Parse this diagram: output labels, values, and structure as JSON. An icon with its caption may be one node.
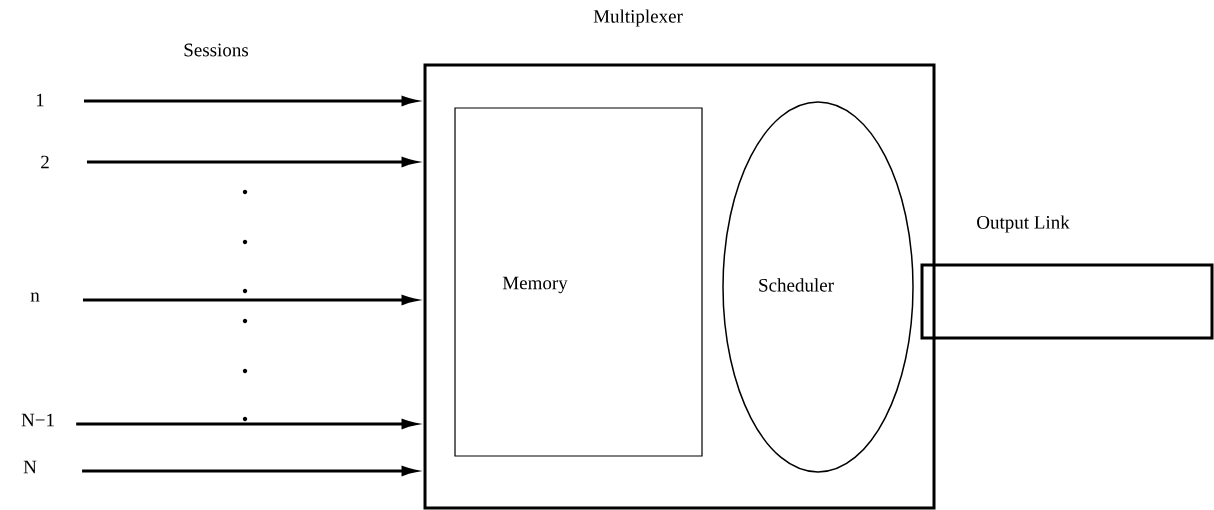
{
  "diagram": {
    "nodes": [
      {
        "text": [
          "Multiplexer"
        ]
      },
      {
        "text": [
          "Memory"
        ],
        "in": 0
      },
      {
        "text": [
          "Scheduler"
        ],
        "in": 0
      },
      {
        "text": [
          "Output Link"
        ]
      },
      {
        "text": [
          "1"
        ]
      },
      {
        "text": [
          "2"
        ]
      },
      {
        "text": [
          "n"
        ]
      },
      {
        "text": [
          "N−1"
        ]
      },
      {
        "text": [
          "N"
        ]
      }
    ],
    "edges": [
      {
        "from": 4,
        "to": 0,
        "arrow": "to"
      },
      {
        "from": 5,
        "to": 0,
        "arrow": "to"
      },
      {
        "from": 6,
        "to": 0,
        "arrow": "to"
      },
      {
        "from": 7,
        "to": 0,
        "arrow": "to"
      },
      {
        "from": 8,
        "to": 0,
        "arrow": "to"
      }
    ],
    "labels": [
      "Sessions"
    ]
  }
}
